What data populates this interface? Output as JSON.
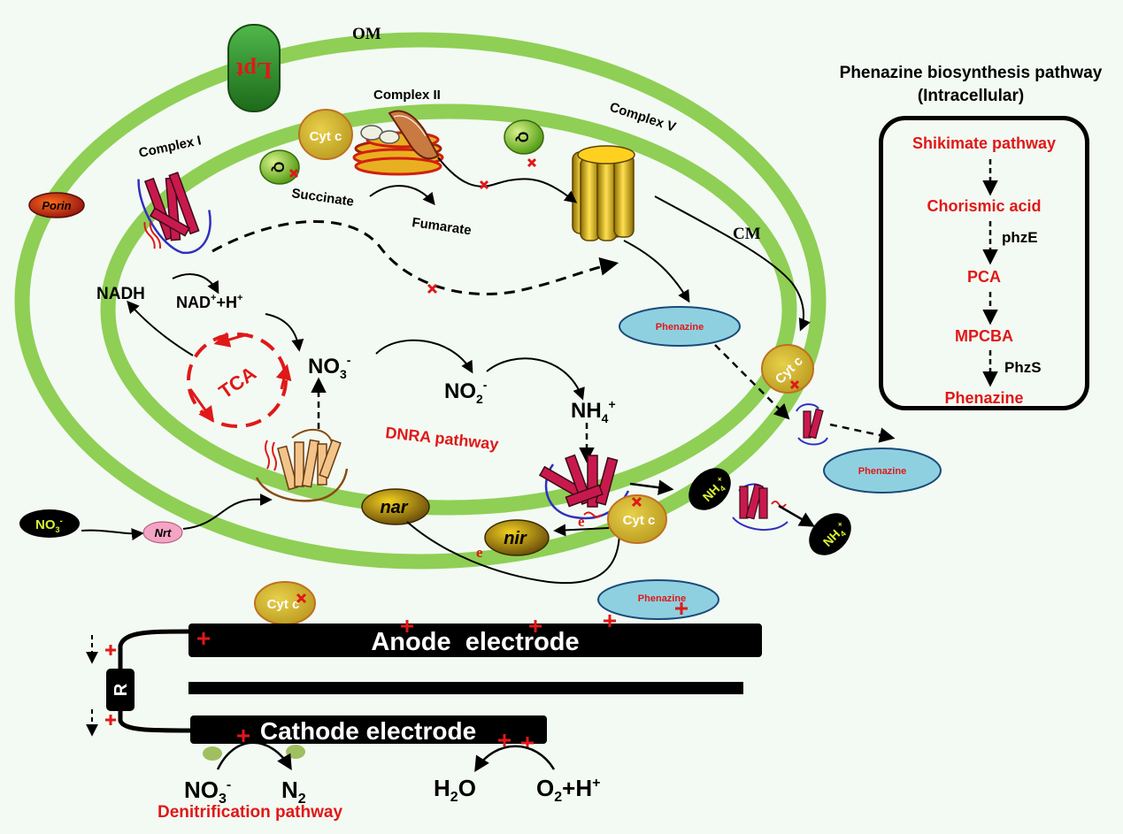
{
  "membranes": {
    "outer": "OM",
    "cytoplasmic": "CM"
  },
  "proteins": {
    "lpt": "Lpt",
    "porin": "Porin",
    "complex_i": "Complex I",
    "complex_ii": "Complex II",
    "complex_v": "Complex V",
    "cyt_c": "Cyt c",
    "q": "Q",
    "nrt": "Nrt",
    "nar": "nar",
    "nir": "nir"
  },
  "metabolites": {
    "nadh": "NADH",
    "nad": "NAD",
    "nad_sup": "+",
    "plus_h": "+H",
    "h_sup": "+",
    "tca": "TCA",
    "succinate": "Succinate",
    "fumarate": "Fumarate",
    "no3": "NO",
    "no3_sub": "3",
    "no3_sup": "-",
    "no2": "NO",
    "no2_sub": "2",
    "no2_sup": "-",
    "nh4": "NH",
    "nh4_sub": "4",
    "nh4_sup": "+",
    "phenazine": "Phenazine",
    "electron": "e"
  },
  "pathways": {
    "dnra": "DNRA pathway",
    "denitrification": "Denitrification pathway"
  },
  "electrodes": {
    "anode": "Anode  electrode",
    "cathode": "Cathode electrode",
    "resistor": "R"
  },
  "cathode_reactions": {
    "no3": "NO",
    "no3_sub": "3",
    "no3_sup": "-",
    "n2": "N",
    "n2_sub": "2",
    "h2o_h": "H",
    "h2o_sub": "2",
    "h2o_o": "O",
    "o2": "O",
    "o2_sub": "2",
    "o2_rest": "+H",
    "o2_sup": "+"
  },
  "phenazine_panel": {
    "title_line1": "Phenazine biosynthesis pathway",
    "title_line2": "(Intracellular)",
    "steps": [
      "Shikimate pathway",
      "Chorismic acid",
      "PCA",
      "MPCBA",
      "Phenazine"
    ],
    "enzymes": [
      "phzE",
      "PhzS"
    ]
  },
  "colors": {
    "membrane": "#8fcf55",
    "background": "#f3faf3",
    "red": "#e01818",
    "cyt_c": "#d4b836",
    "phenazine": "#8fd0e0",
    "q": "#7dc31f",
    "lpt": "#2f8f2a",
    "nrt": "#f4a4c4",
    "nar": "#c8a010",
    "protein": "#c8194d",
    "electrode": "#000000"
  }
}
